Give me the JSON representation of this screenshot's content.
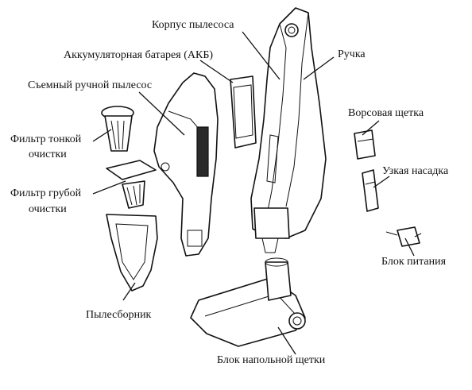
{
  "labels": {
    "body": "Корпус пылесоса",
    "battery": "Аккумуляторная батарея (АКБ)",
    "handheld": "Съемный ручной пылесос",
    "handle": "Ручка",
    "fine_filter_1": "Фильтр тонкой",
    "fine_filter_2": "очистки",
    "coarse_filter_1": "Фильтр грубой",
    "coarse_filter_2": "очистки",
    "dust_bin": "Пылесборник",
    "bristle_brush": "Ворсовая щетка",
    "crevice_tool": "Узкая насадка",
    "power_unit": "Блок питания",
    "floor_brush": "Блок напольной щетки"
  }
}
